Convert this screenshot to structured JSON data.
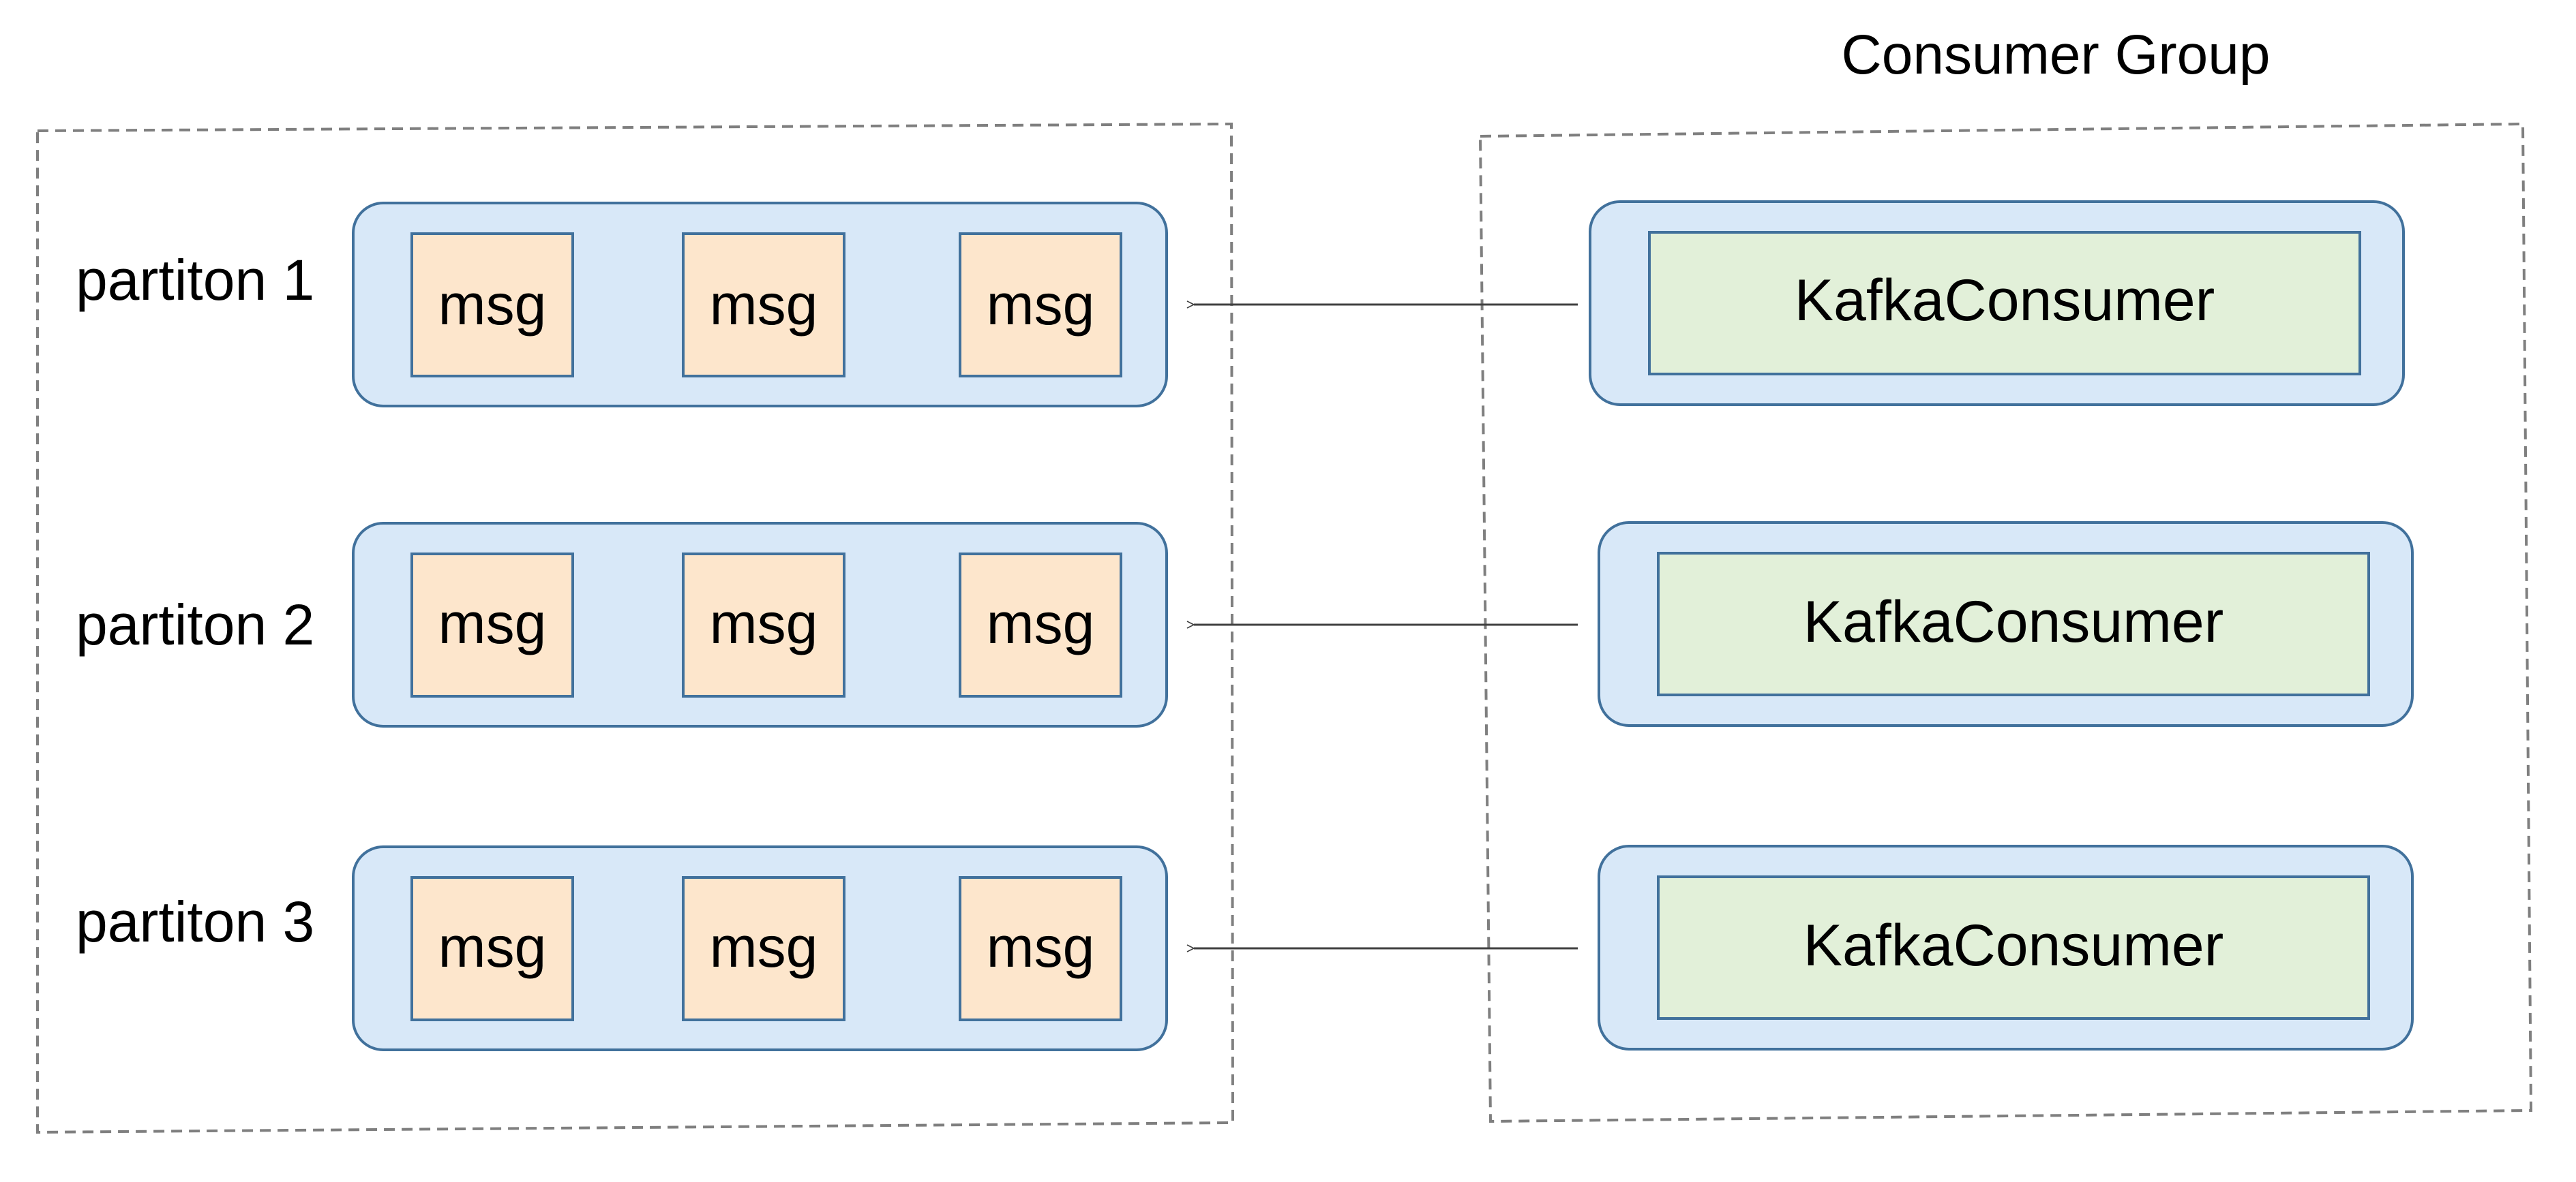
{
  "diagram": {
    "title": "Consumer Group",
    "partitions": [
      {
        "label": "partiton 1",
        "messages": [
          "msg",
          "msg",
          "msg"
        ]
      },
      {
        "label": "partiton 2",
        "messages": [
          "msg",
          "msg",
          "msg"
        ]
      },
      {
        "label": "partiton 3",
        "messages": [
          "msg",
          "msg",
          "msg"
        ]
      }
    ],
    "consumers": [
      {
        "label": "KafkaConsumer"
      },
      {
        "label": "KafkaConsumer"
      },
      {
        "label": "KafkaConsumer"
      }
    ],
    "colors": {
      "partition_fill": "#d8e8f8",
      "partition_stroke": "#41719c",
      "message_fill": "#fde6cc",
      "message_stroke": "#41719c",
      "consumer_fill": "#e2f0d9",
      "consumer_stroke": "#41719c",
      "dashed_border": "#7f7f7f",
      "arrow": "#404040"
    }
  }
}
